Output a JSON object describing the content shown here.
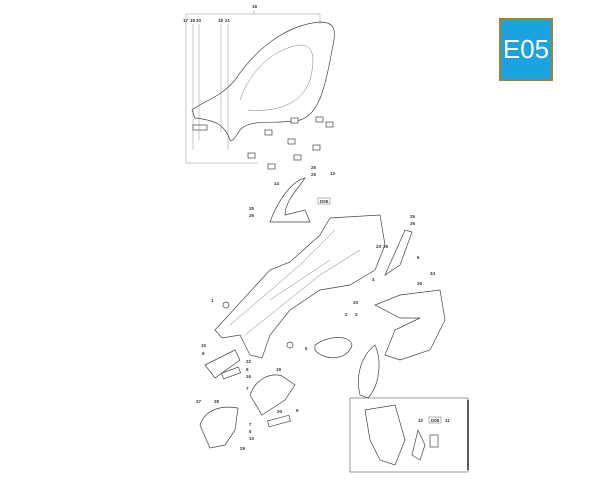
{
  "badge": {
    "text": "E05",
    "bg_color": "#1aa3e0",
    "border_color": "#a8822a"
  },
  "callouts": [
    "16",
    "17",
    "19",
    "20",
    "18",
    "21",
    "25",
    "26",
    "14",
    "13",
    "D05",
    "25",
    "26",
    "25",
    "26",
    "23",
    "26",
    "6",
    "4",
    "34",
    "25",
    "1",
    "33",
    "2",
    "3",
    "5",
    "10",
    "6",
    "22",
    "6",
    "16",
    "7",
    "19",
    "9",
    "20",
    "7",
    "6",
    "10",
    "27",
    "28",
    "29",
    "12",
    "D05",
    "11"
  ]
}
